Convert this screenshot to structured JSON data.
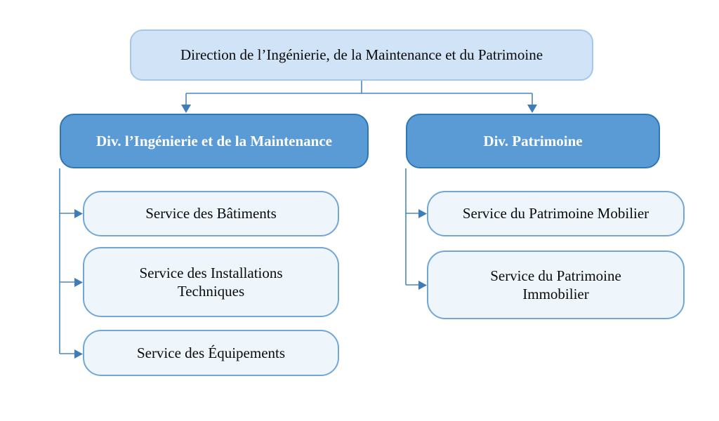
{
  "diagram": {
    "type": "org-chart",
    "root": {
      "label": "Direction de l’Ingénierie, de la Maintenance et du Patrimoine"
    },
    "divisions": [
      {
        "label": "Div. l’Ingénierie et de la Maintenance",
        "services": [
          "Service des Bâtiments",
          "Service des Installations\nTechniques",
          "Service des Équipements"
        ]
      },
      {
        "label": "Div. Patrimoine",
        "services": [
          "Service du Patrimoine Mobilier",
          "Service du Patrimoine\nImmobilier"
        ]
      }
    ]
  },
  "colors": {
    "root_fill": "#d0e3f7",
    "root_border": "#a6c6ea",
    "division_fill": "#5b9bd5",
    "division_border": "#2f76b5",
    "service_fill": "#eef6fc",
    "service_border": "#71a7d7",
    "connector": "#4a86c0",
    "text_dark": "#0a0a0a",
    "text_light": "#ffffff"
  }
}
